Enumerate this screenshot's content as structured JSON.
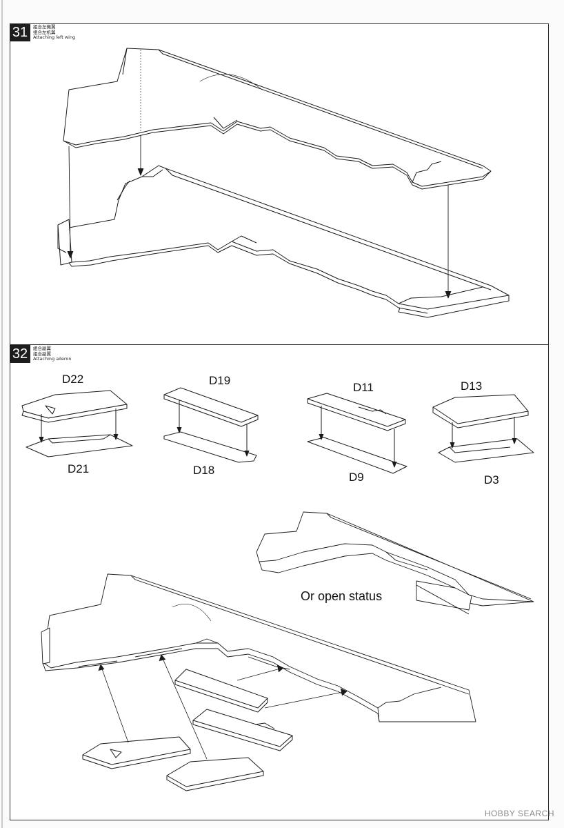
{
  "steps": [
    {
      "number": "31",
      "caption_cn_1": "組合左機翼",
      "caption_cn_2": "组合左机翼",
      "caption_en": "Attaching left wing"
    },
    {
      "number": "32",
      "caption_cn_1": "組合副翼",
      "caption_cn_2": "组合副翼",
      "caption_en": "Attaching aileron"
    }
  ],
  "parts": {
    "d22": "D22",
    "d21": "D21",
    "d19": "D19",
    "d18": "D18",
    "d11": "D11",
    "d9": "D9",
    "d13": "D13",
    "d3": "D3"
  },
  "notes": {
    "open_status": "Or open status"
  },
  "watermark": {
    "brand": "HOBBY SEARCH",
    "sub": ""
  },
  "colors": {
    "line": "#1a1a1a",
    "badge": "#1d1d1d"
  }
}
